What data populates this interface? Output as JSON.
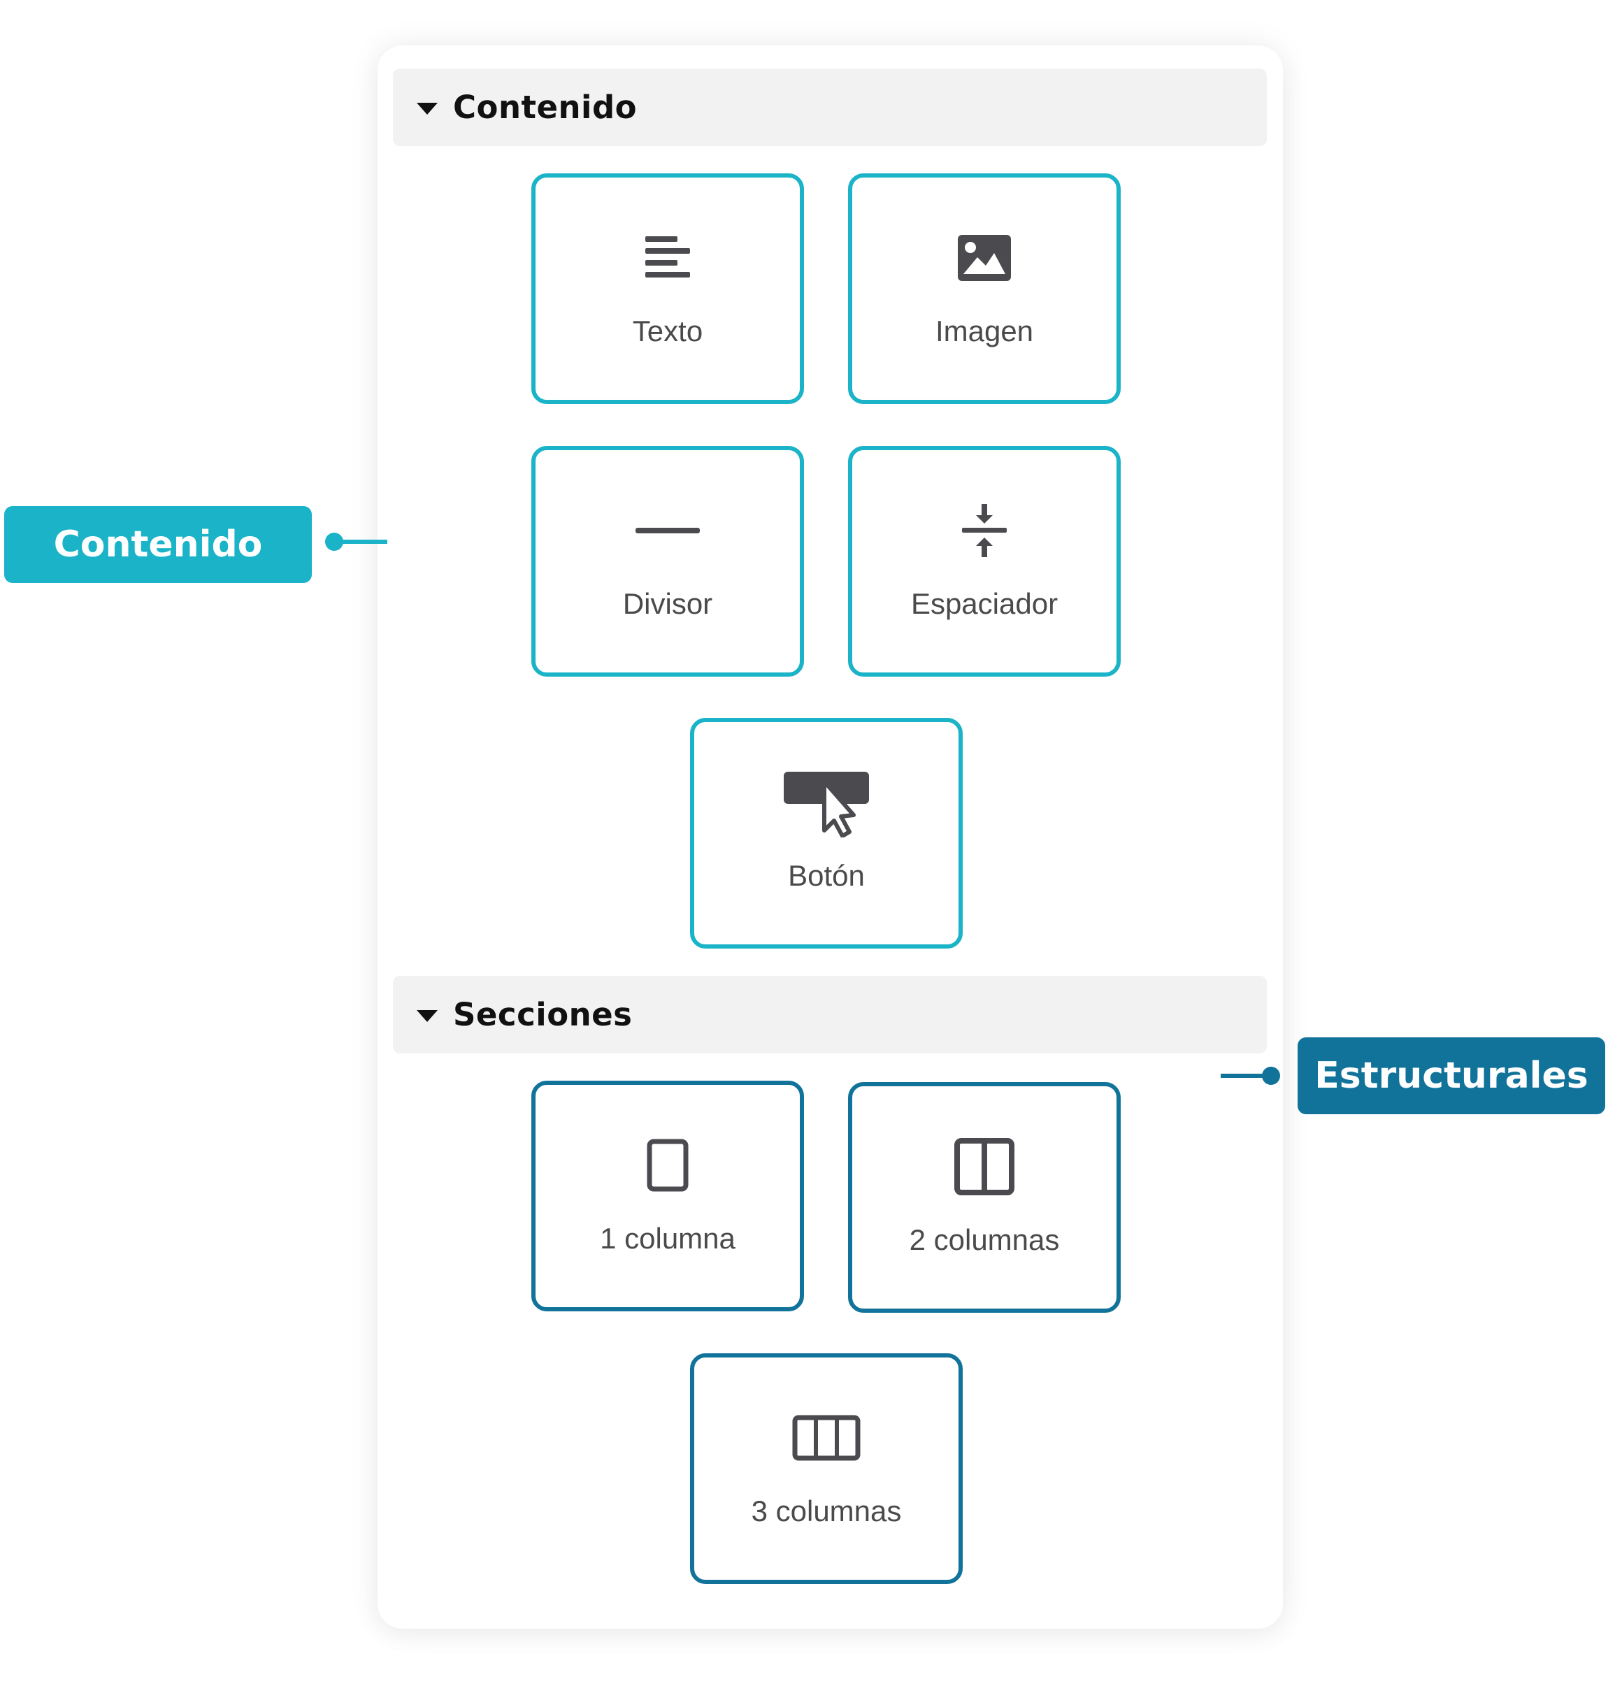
{
  "colors": {
    "content_accent": "#1ab3c7",
    "structural_accent": "#12739a",
    "icon_color": "#4a4a4f",
    "header_bg": "#f2f2f2"
  },
  "sections": {
    "content": {
      "title": "Contenido",
      "tiles": [
        {
          "label": "Texto",
          "icon": "text-align-icon"
        },
        {
          "label": "Imagen",
          "icon": "image-icon"
        },
        {
          "label": "Divisor",
          "icon": "divider-icon"
        },
        {
          "label": "Espaciador",
          "icon": "spacer-icon"
        },
        {
          "label": "Botón",
          "icon": "button-cursor-icon"
        }
      ]
    },
    "structure": {
      "title": "Secciones",
      "tiles": [
        {
          "label": "1 columna",
          "icon": "one-column-icon"
        },
        {
          "label": "2 columnas",
          "icon": "two-columns-icon"
        },
        {
          "label": "3 columnas",
          "icon": "three-columns-icon"
        }
      ]
    }
  },
  "callouts": {
    "content_label": "Contenido",
    "structural_label": "Estructurales"
  }
}
